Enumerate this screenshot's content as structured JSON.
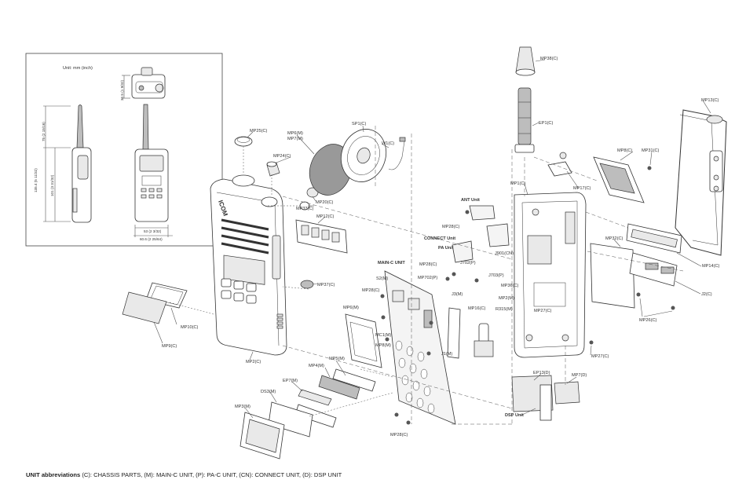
{
  "inset": {
    "unit_note": "Unit: mm (inch)",
    "dims": {
      "top_height": "32.5 (1 9/32)",
      "antenna": "75 (2 15/16)",
      "total_height": "135.4 (5 11/32)",
      "body_height": "101 (3 31/32)",
      "width": "53 (2 3/32)",
      "width_total": "60.6 (2 25/64)"
    }
  },
  "brand": "ICOM",
  "labels": {
    "mp38": "MP38(C)",
    "ep1": "EP1(C)",
    "mp13": "MP13(C)",
    "mp25": "MP25(C)",
    "mp6": "MP6(M)",
    "mp7": "MP7(M)",
    "sp1": "SP1(C)",
    "w1": "W1(C)",
    "mp24": "MP24(C)",
    "mp20": "MP20(C)",
    "mp33": "MP33(C)",
    "mp12": "MP12(C)",
    "mp8": "MP8(C)",
    "mp31": "MP31(C)",
    "mp17": "MP17(C)",
    "mp1": "MP1(C)",
    "mp32": "MP32(C)",
    "mp14": "MP14(C)",
    "j2": "J2(C)",
    "mp26": "MP26(C)",
    "mp27a": "MP27(C)",
    "mp27b": "MP27(C)",
    "mp28a": "MP28(C)",
    "mp28b": "MP28(C)",
    "mp28c": "MP28(C)",
    "mp28d": "MP28(C)",
    "j901": "J901(CN)",
    "j702": "J702(P)",
    "j703": "J703(P)",
    "mp702": "MP702(P)",
    "mp36": "MP36(C)",
    "mp2m": "MP2(M)",
    "mp16": "MP16(C)",
    "r315": "R315(M)",
    "j3": "J3(M)",
    "j1": "J1(M)",
    "s2": "S2(M)",
    "mc1": "MC1(M)",
    "mp6m": "MP6(M)",
    "mp8m": "MP8(M)",
    "mp37": "MP37(C)",
    "mp10": "MP10(C)",
    "mp9": "MP9(C)",
    "mp2c": "MP2(C)",
    "mp4": "MP4(M)",
    "mp5": "MP5(M)",
    "ep7": "EP7(M)",
    "ds3": "DS3(M)",
    "mp3": "MP3(M)",
    "ep13": "EP13(D)",
    "mp7d": "MP7(D)"
  },
  "units": {
    "ant": "ANT Unit",
    "connect": "CONNECT Unit",
    "pa": "PA Unit",
    "mainc": "MAIN-C UNIT",
    "dsp": "DSP Unit"
  },
  "footer": {
    "title": "UNIT abbreviations",
    "text": "(C): CHASSIS PARTS, (M): MAIN-C UNIT, (P): PA-C UNIT, (CN): CONNECT UNIT, (D): DSP UNIT"
  }
}
